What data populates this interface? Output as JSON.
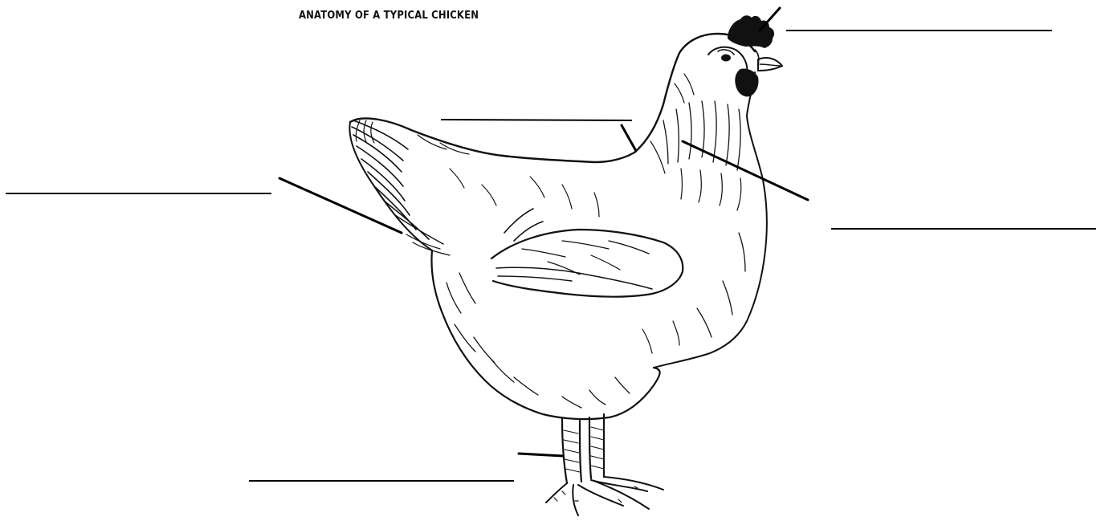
{
  "worksheet": {
    "title": "ANATOMY OF A TYPICAL CHICKEN"
  },
  "illustration": {
    "subject": "chicken",
    "style": "black ink line drawing",
    "ink_color": "#111111",
    "background_color": "#ffffff"
  },
  "answer_blanks": [
    {
      "id": "comb",
      "value": ""
    },
    {
      "id": "back",
      "value": ""
    },
    {
      "id": "tail",
      "value": ""
    },
    {
      "id": "neck",
      "value": ""
    },
    {
      "id": "shank",
      "value": ""
    }
  ]
}
